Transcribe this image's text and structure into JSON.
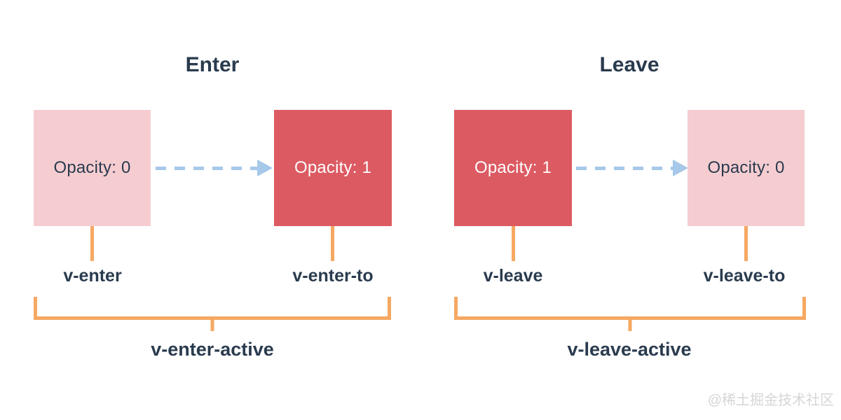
{
  "sections": [
    {
      "id": "enter",
      "title": "Enter",
      "boxes": [
        {
          "label": "Opacity: 0",
          "style": "faded"
        },
        {
          "label": "Opacity: 1",
          "style": "solid"
        }
      ],
      "class_labels": [
        "v-enter",
        "v-enter-to"
      ],
      "active_label": "v-enter-active"
    },
    {
      "id": "leave",
      "title": "Leave",
      "boxes": [
        {
          "label": "Opacity: 1",
          "style": "solid"
        },
        {
          "label": "Opacity: 0",
          "style": "faded"
        }
      ],
      "class_labels": [
        "v-leave",
        "v-leave-to"
      ],
      "active_label": "v-leave-active"
    }
  ],
  "watermark": "@稀土掘金技术社区",
  "colors": {
    "box_faded": "#f5cdd1",
    "box_solid": "#dc5a62",
    "connector": "#f5a862",
    "arrow": "#a6c8e9",
    "text_dark": "#2a3b4e",
    "watermark": "#cccccc"
  }
}
